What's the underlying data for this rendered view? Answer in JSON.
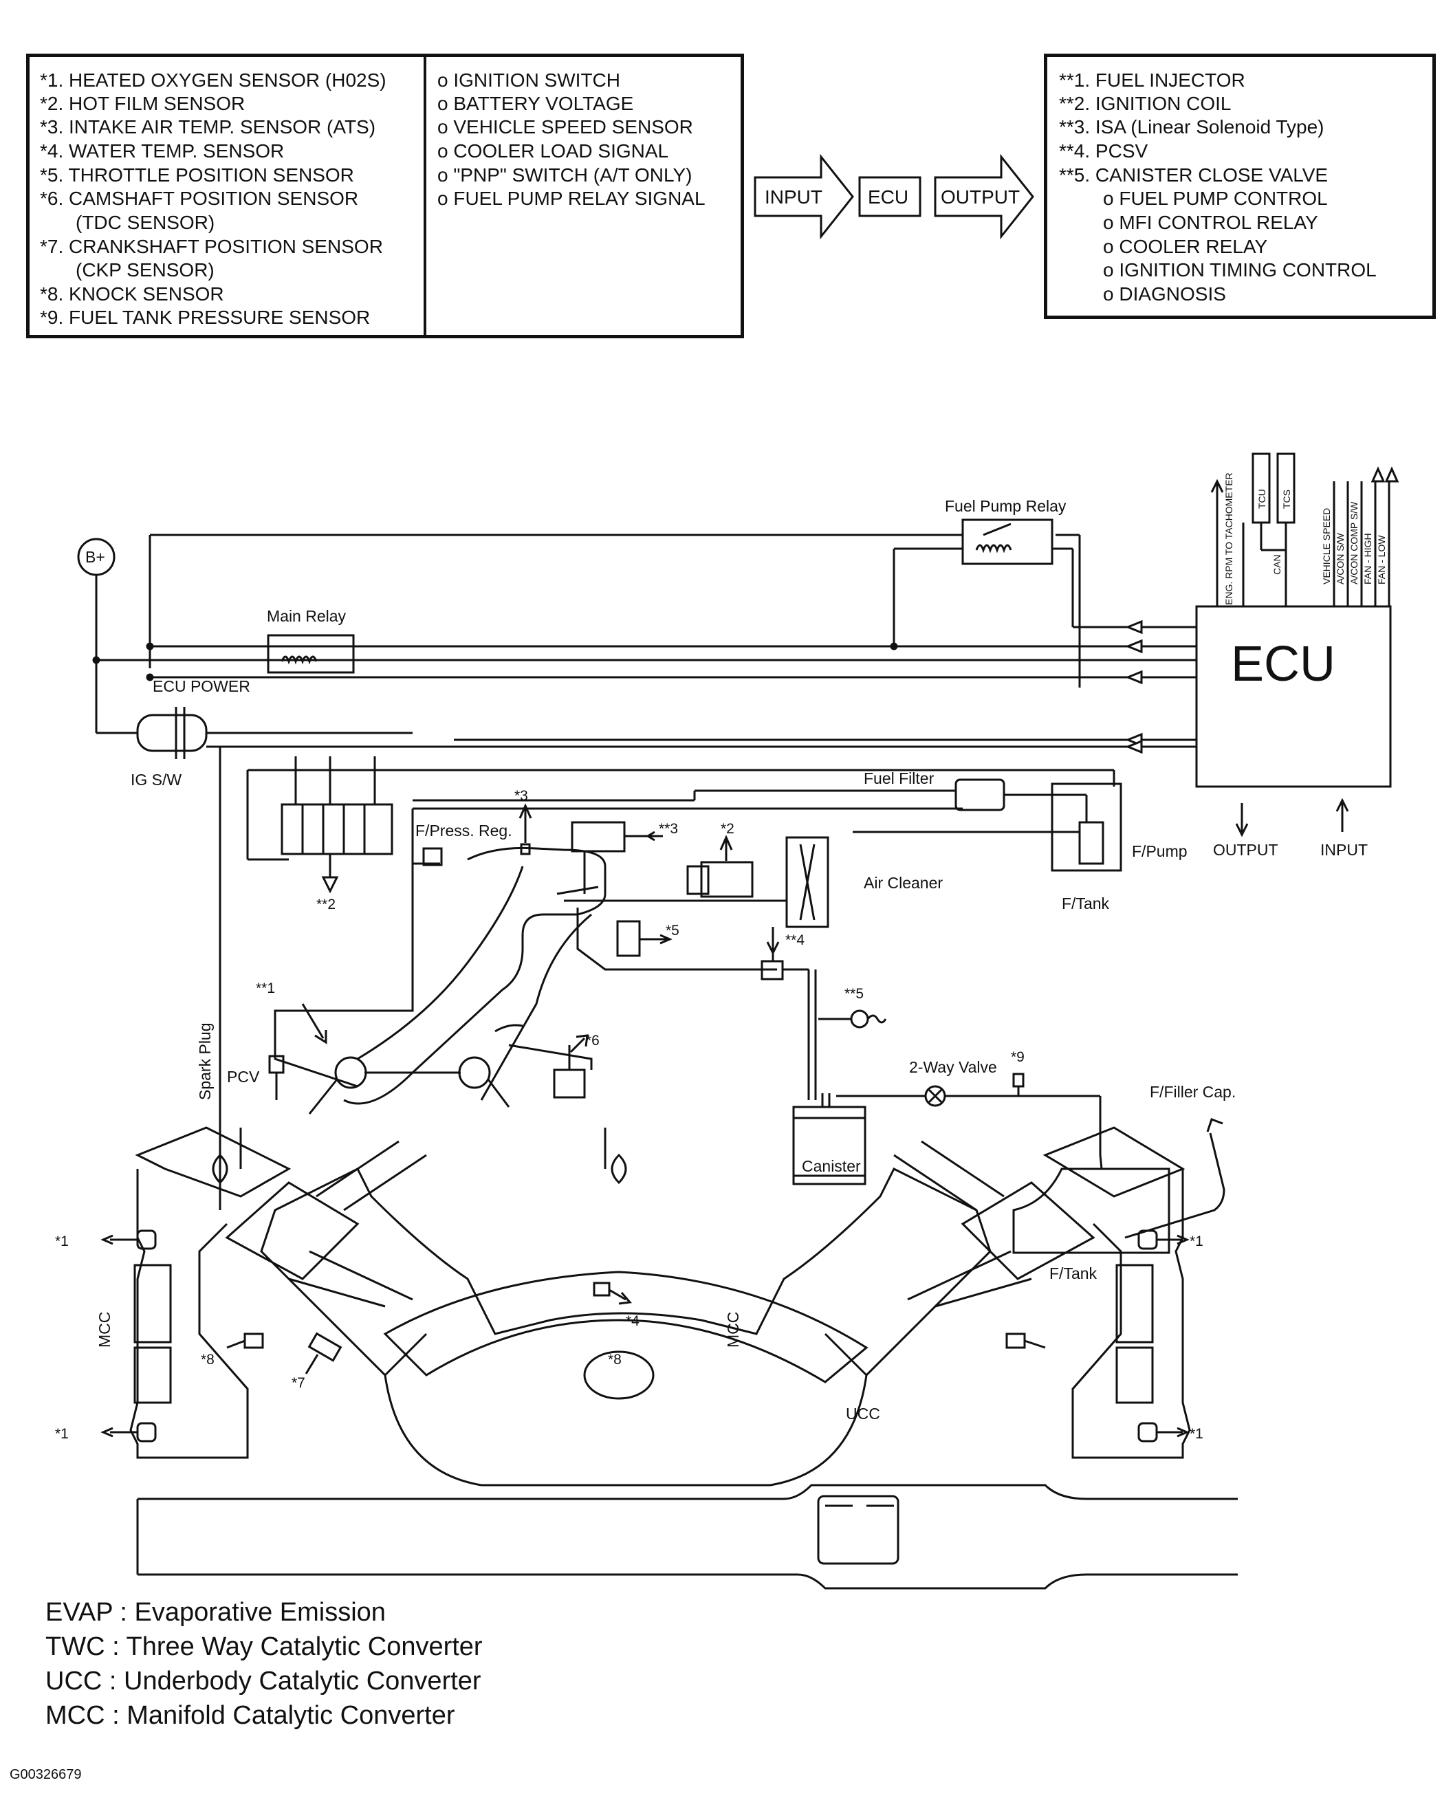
{
  "input_sensors": [
    "*1. HEATED OXYGEN SENSOR (H02S)",
    "*2. HOT FILM SENSOR",
    "*3. INTAKE AIR TEMP. SENSOR (ATS)",
    "*4. WATER TEMP. SENSOR",
    "*5. THROTTLE POSITION SENSOR",
    "*6. CAMSHAFT POSITION SENSOR",
    "(TDC SENSOR)",
    "*7. CRANKSHAFT POSITION SENSOR",
    "(CKP SENSOR)",
    "*8. KNOCK SENSOR",
    "*9. FUEL TANK PRESSURE SENSOR"
  ],
  "input_signals": [
    "o IGNITION SWITCH",
    "o BATTERY VOLTAGE",
    "o VEHICLE SPEED SENSOR",
    "o COOLER LOAD SIGNAL",
    "o \"PNP\" SWITCH (A/T ONLY)",
    "o FUEL PUMP RELAY SIGNAL"
  ],
  "flow": {
    "input": "INPUT",
    "ecu": "ECU",
    "output": "OUTPUT"
  },
  "outputs": [
    "**1. FUEL INJECTOR",
    "**2. IGNITION COIL",
    "**3. ISA (Linear Solenoid Type)",
    "**4. PCSV",
    "**5. CANISTER CLOSE VALVE",
    "o FUEL PUMP CONTROL",
    "o MFI CONTROL RELAY",
    "o COOLER RELAY",
    "o IGNITION TIMING CONTROL",
    "o DIAGNOSIS"
  ],
  "diagram": {
    "ecu": "ECU",
    "b_plus": "B+",
    "main_relay": "Main Relay",
    "ecu_power": "ECU POWER",
    "fuel_pump_relay": "Fuel Pump Relay",
    "ig_sw": "IG S/W",
    "fuel_filter": "Fuel Filter",
    "f_press_reg": "F/Press. Reg.",
    "air_cleaner": "Air Cleaner",
    "f_pump": "F/Pump",
    "f_tank_pump": "F/Tank",
    "ecu_output": "OUTPUT",
    "ecu_input": "INPUT",
    "spark_plug": "Spark Plug",
    "pcv": "PCV",
    "two_way_valve": "2-Way Valve",
    "canister": "Canister",
    "f_filler_cap": "F/Filler Cap.",
    "f_tank": "F/Tank",
    "mcc": "MCC",
    "ucc": "UCC",
    "top_signals": [
      "ENG. RPM TO TACHOMETER",
      "TCU",
      "TCS",
      "CAN",
      "VEHICLE SPEED",
      "A/CON S/W",
      "A/CON COMP S/W",
      "FAN - HIGH",
      "FAN - LOW"
    ],
    "callouts": {
      "c1": "*1",
      "c2": "*2",
      "c3": "*3",
      "c4": "*4",
      "c5": "*5",
      "c6": "*6",
      "c7": "*7",
      "c8": "*8",
      "c9": "*9",
      "o1": "**1",
      "o2": "**2",
      "o3": "**3",
      "o4": "**4",
      "o5": "**5"
    }
  },
  "legend": [
    "EVAP : Evaporative Emission",
    "TWC : Three Way Catalytic Converter",
    "UCC : Underbody Catalytic Converter",
    "MCC : Manifold Catalytic Converter"
  ],
  "figure_id": "G00326679"
}
